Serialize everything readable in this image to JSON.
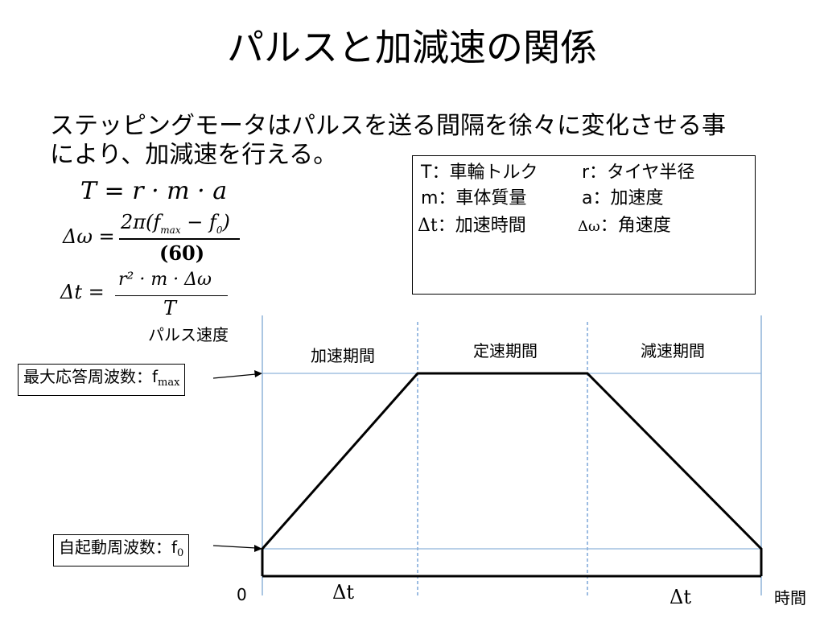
{
  "title": "パルスと加減速の関係",
  "intro": {
    "line1": "ステッピングモータはパルスを送る間隔を徐々に変化させる事",
    "line2": "により、加減速を行える。"
  },
  "equations": {
    "eq1": "T = r · m · a",
    "eq2_lhs": "Δω =",
    "eq2_num": "2π(f",
    "eq2_num_sub": "max",
    "eq2_num_mid": " − f",
    "eq2_num_sub2": "0",
    "eq2_num_end": ")",
    "eq2_den": "(60)",
    "eq3_lhs": "Δt =",
    "eq3_num": "r² · m · Δω",
    "eq3_den": "T"
  },
  "legend": {
    "row1_left": "T：車輪トルク",
    "row1_right": "r：タイヤ半径",
    "row2_left": "m：車体質量",
    "row2_right": "a：加速度",
    "row3_left_sym": "Δt",
    "row3_left": "：加速時間",
    "row3_right_sym": "Δω",
    "row3_right": "：角速度"
  },
  "diagram": {
    "y_axis_label": "パルス速度",
    "x_axis_label": "時間",
    "origin_label": "0",
    "phase_accel": "加速期間",
    "phase_const": "定速期間",
    "phase_decel": "減速期間",
    "callout_max": "最大応答周波数",
    "callout_max_sym": "：f",
    "callout_max_sub": "max",
    "callout_min": "自起動周波数",
    "callout_min_sym": "：f",
    "callout_min_sub": "0",
    "dt_left": "Δt",
    "dt_right": "Δt"
  }
}
